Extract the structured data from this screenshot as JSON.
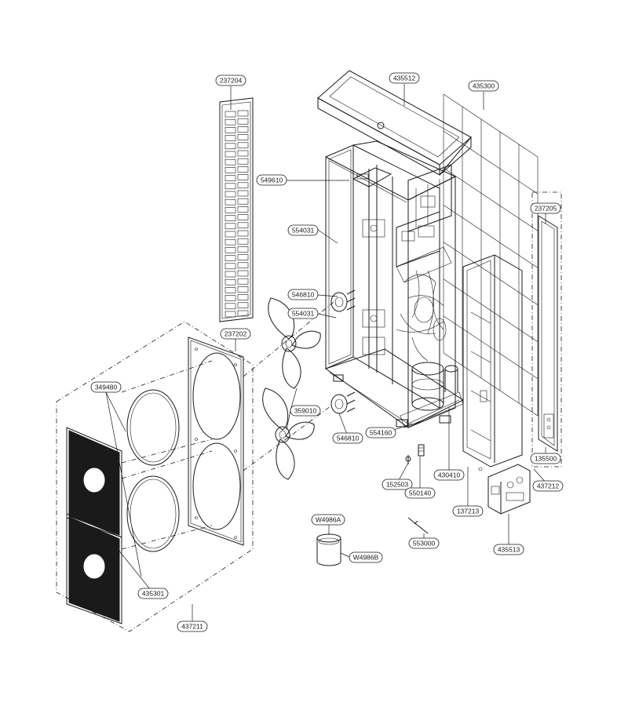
{
  "labels": {
    "l237204": "237204",
    "l435512": "435512",
    "l435300": "435300",
    "l549610": "549610",
    "l237205": "237205",
    "l554031a": "554031",
    "l546810a": "546810",
    "l554031b": "554031",
    "l237202": "237202",
    "l349480": "349480",
    "l359010": "359010",
    "l546810b": "546810",
    "l554160": "554160",
    "l430410": "430410",
    "l135500": "135500",
    "l152503": "152503",
    "l550140": "550140",
    "l437212": "437212",
    "l137213": "137213",
    "lW4986A": "W4986A",
    "l553000": "553000",
    "l435513": "435513",
    "lW4986B": "W4986B",
    "l435301": "435301",
    "l437211": "437211"
  },
  "colors": {
    "line": "#1a1a1a",
    "background": "#ffffff"
  }
}
